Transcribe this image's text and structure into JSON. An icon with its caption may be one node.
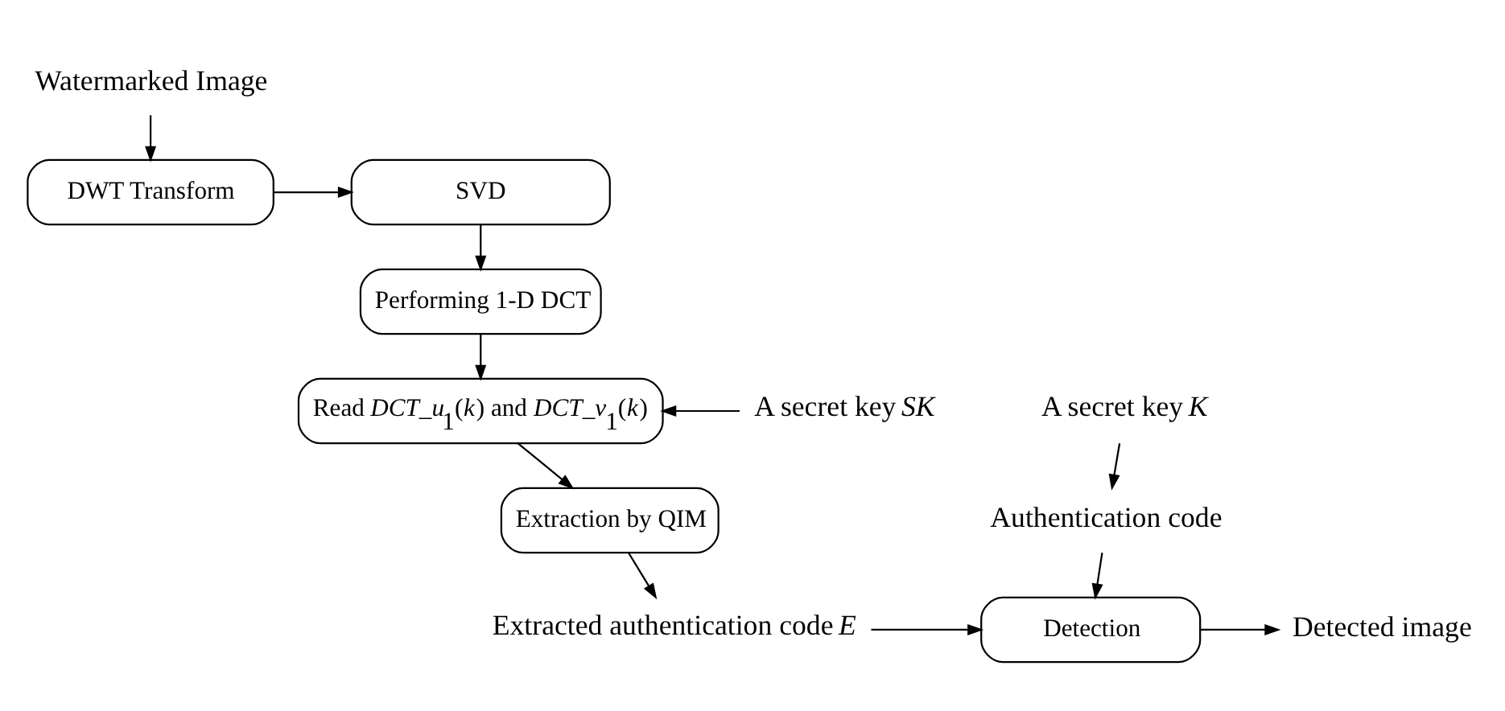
{
  "diagram": {
    "nodes": [
      {
        "text": [
          "Watermarked Image"
        ]
      },
      {
        "text": [
          "DWT Transform"
        ]
      },
      {
        "text": [
          "SVD"
        ]
      },
      {
        "text": [
          "Performing 1-D DCT"
        ]
      },
      {
        "text": [
          "Read *DCT_u*$_{1}$(*k*) and *DCT_v*$_{1}$(*k*)"
        ]
      },
      {
        "text": [
          "A secret key *SK*"
        ]
      },
      {
        "text": [
          "Extraction by QIM"
        ]
      },
      {
        "text": [
          "Extracted authentication code *E*"
        ]
      },
      {
        "text": [
          "A secret key *K*"
        ]
      },
      {
        "text": [
          "Authentication code"
        ]
      },
      {
        "text": [
          "Detection"
        ]
      },
      {
        "text": [
          "Detected image"
        ]
      }
    ],
    "edges": [
      {
        "from": 0,
        "to": 1,
        "arrow": "to"
      },
      {
        "from": 1,
        "to": 2,
        "arrow": "to"
      },
      {
        "from": 2,
        "to": 3,
        "arrow": "to"
      },
      {
        "from": 3,
        "to": 4,
        "arrow": "to"
      },
      {
        "from": 5,
        "to": 4,
        "arrow": "to"
      },
      {
        "from": 4,
        "to": 6,
        "arrow": "to"
      },
      {
        "from": 6,
        "to": 7,
        "arrow": "to"
      },
      {
        "from": 8,
        "to": 9,
        "arrow": "to"
      },
      {
        "from": 9,
        "to": 10,
        "arrow": "to"
      },
      {
        "from": 7,
        "to": 10,
        "arrow": "to"
      },
      {
        "from": 10,
        "to": 11,
        "arrow": "to"
      }
    ]
  }
}
